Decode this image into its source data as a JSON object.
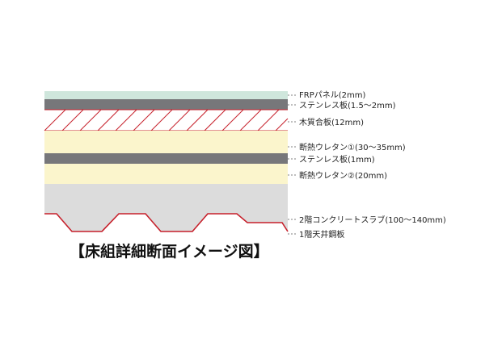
{
  "title": "【床組詳細断面イメージ図】",
  "colors": {
    "frp": "#cfe6dc",
    "stainless": "#77777a",
    "wood": "#ffffff",
    "hatch": "#c61f2a",
    "urethane": "#fbf5cc",
    "concrete": "#dcdcdc",
    "deck": "#c61f2a",
    "leader": "#555555"
  },
  "layers": [
    {
      "key": "frp",
      "label": "FRPパネル(2mm)"
    },
    {
      "key": "stainless1",
      "label": "ステンレス板(1.5〜2mm)"
    },
    {
      "key": "wood",
      "label": "木質合板(12mm)"
    },
    {
      "key": "urethane1",
      "label": "断熱ウレタン①(30〜35mm)"
    },
    {
      "key": "stainless2",
      "label": "ステンレス板(1mm)"
    },
    {
      "key": "urethane2",
      "label": "断熱ウレタン②(20mm)"
    },
    {
      "key": "concrete",
      "label": "2階コンクリートスラブ(100〜140mm)"
    },
    {
      "key": "deck",
      "label": "1階天井鋼板"
    }
  ]
}
